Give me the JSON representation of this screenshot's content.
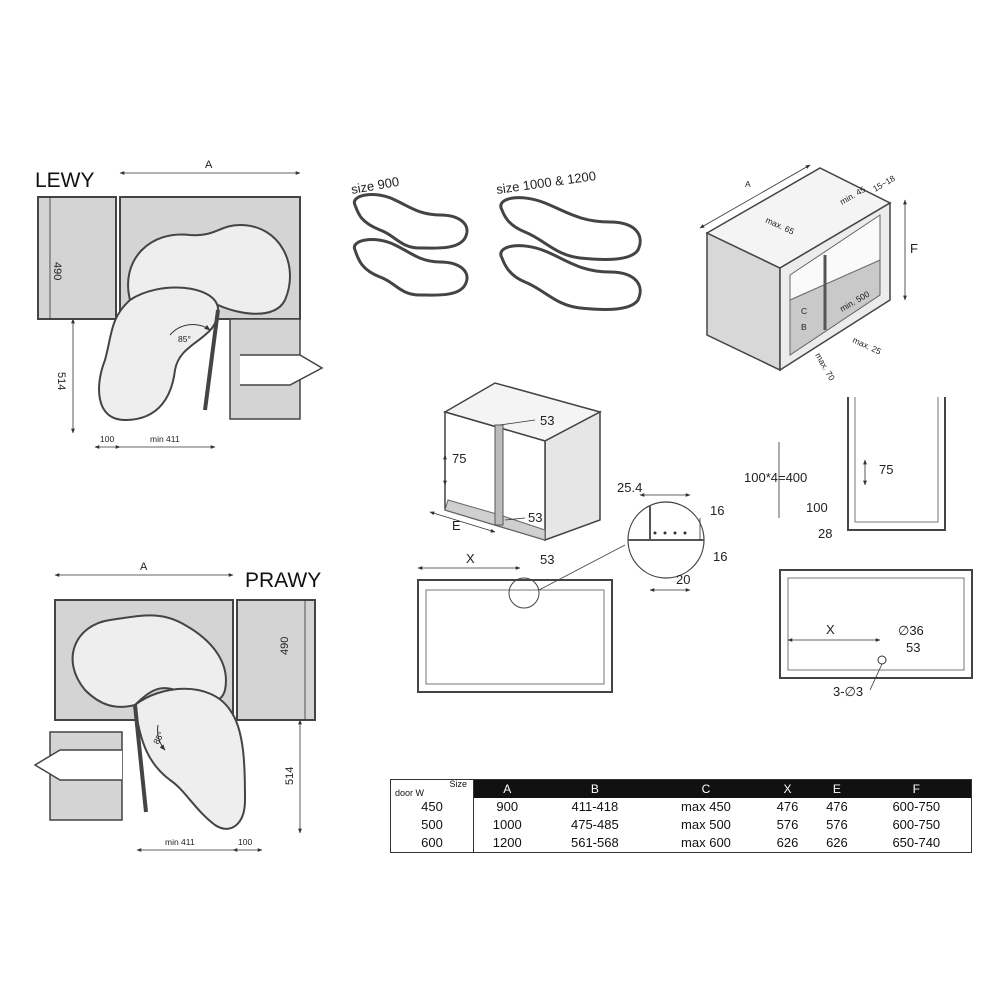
{
  "labels": {
    "left_title": "LEWY",
    "right_title": "PRAWY",
    "size_900": "size 900",
    "size_1000_1200": "size 1000 & 1200"
  },
  "dims_left": {
    "a": "A",
    "h490": "490",
    "h514": "514",
    "w100": "100",
    "min411": "min 411",
    "angle": "85°"
  },
  "dims_right": {
    "a": "A",
    "h490": "490",
    "h514": "514",
    "w100": "100",
    "min411": "min 411",
    "angle": "85°"
  },
  "dims_cabinet": {
    "a": "A",
    "f": "F",
    "min45": "min. 45",
    "r1518": "15~18",
    "max65": "max. 65",
    "min500": "min. 500",
    "c": "C",
    "b": "B",
    "max25": "max. 25",
    "max70": "max. 70"
  },
  "dims_open": {
    "d53a": "53",
    "d75": "75",
    "d53b": "53",
    "e": "E"
  },
  "dims_front": {
    "x": "X",
    "d53": "53"
  },
  "dims_detail": {
    "d254": "25.4",
    "d16a": "16",
    "d16b": "16",
    "d20": "20"
  },
  "dims_side": {
    "spacing": "100*4=400",
    "d75": "75",
    "d100": "100",
    "d28": "28"
  },
  "dims_holes": {
    "x": "X",
    "d36": "∅36",
    "d53": "53",
    "d3": "3-∅3"
  },
  "table": {
    "corner_size": "Size",
    "corner_door": "door W",
    "headers": [
      "A",
      "B",
      "C",
      "X",
      "E",
      "F"
    ],
    "rows": [
      {
        "door": "450",
        "cells": [
          "900",
          "411-418",
          "max 450",
          "476",
          "476",
          "600-750"
        ]
      },
      {
        "door": "500",
        "cells": [
          "1000",
          "475-485",
          "max 500",
          "576",
          "576",
          "600-750"
        ]
      },
      {
        "door": "600",
        "cells": [
          "1200",
          "561-568",
          "max 600",
          "626",
          "626",
          "650-740"
        ]
      }
    ]
  },
  "colors": {
    "cabinet_fill": "#d4d4d4",
    "shelf_fill": "#eeeeee",
    "line": "#444444",
    "header_bg": "#111111"
  }
}
